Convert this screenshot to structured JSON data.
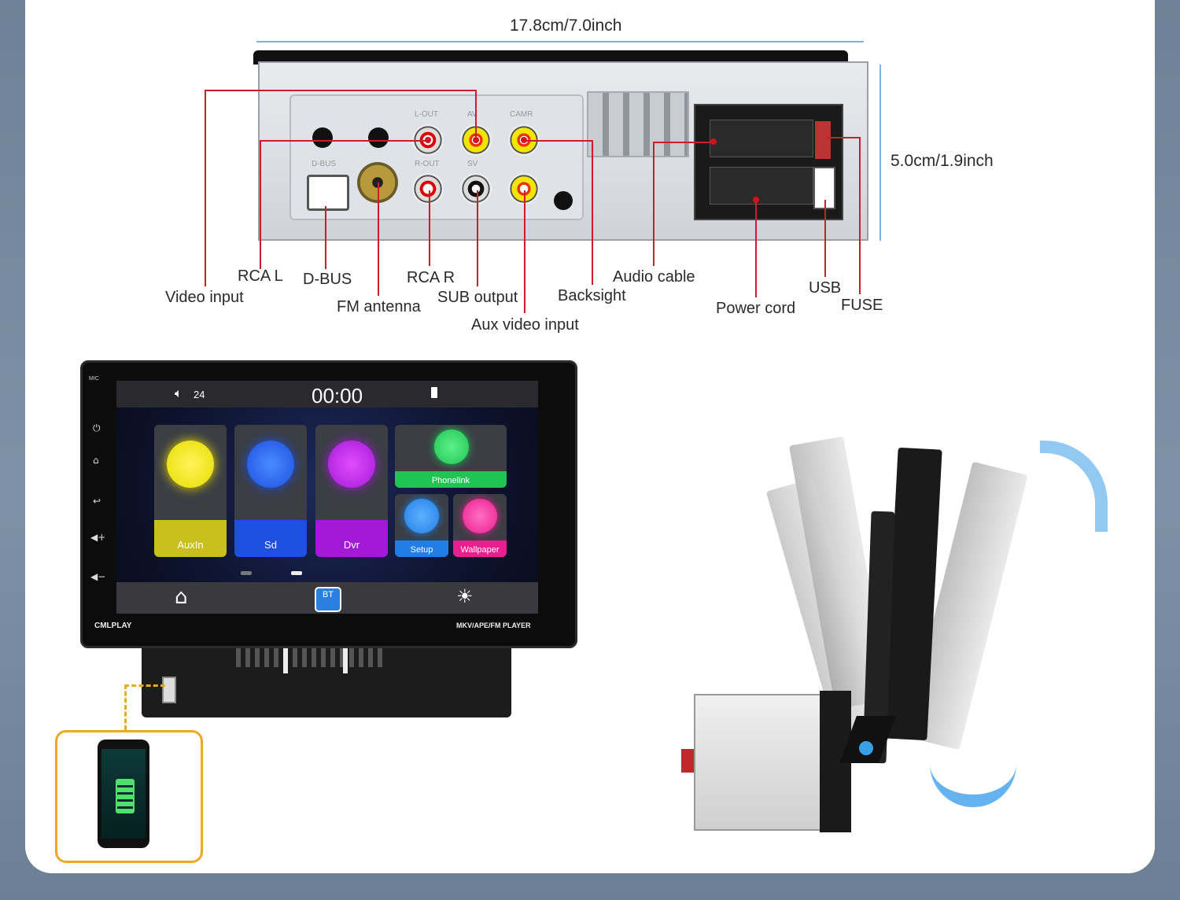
{
  "dimensions": {
    "width_label": "17.8cm/7.0inch",
    "height_label": "5.0cm/1.9inch"
  },
  "back_panel": {
    "rear_markings": [
      "L-OUT",
      "AV",
      "CAMR",
      "R-OUT",
      "SV",
      "D-BUS"
    ]
  },
  "callouts": [
    {
      "id": "video-input",
      "text": "Video input"
    },
    {
      "id": "rca-l",
      "text": "RCA L"
    },
    {
      "id": "d-bus",
      "text": "D-BUS"
    },
    {
      "id": "fm-antenna",
      "text": "FM antenna"
    },
    {
      "id": "rca-r",
      "text": "RCA R"
    },
    {
      "id": "sub-output",
      "text": "SUB output"
    },
    {
      "id": "aux-video-input",
      "text": "Aux video input"
    },
    {
      "id": "backsight",
      "text": "Backsight"
    },
    {
      "id": "audio-cable",
      "text": "Audio cable"
    },
    {
      "id": "power-cord",
      "text": "Power cord"
    },
    {
      "id": "usb",
      "text": "USB"
    },
    {
      "id": "fuse",
      "text": "FUSE"
    }
  ],
  "head_unit": {
    "mic_label": "MIC",
    "brand": "CMLPLAY",
    "model_caption": "MKV/APE/FM PLAYER",
    "status": {
      "volume": "24",
      "clock": "00:00"
    },
    "apps": [
      {
        "label": "AuxIn",
        "color": "#c9bf1d",
        "icon": "aux-cable-icon"
      },
      {
        "label": "Sd",
        "color": "#1d4fe0",
        "icon": "sd-card-icon"
      },
      {
        "label": "Dvr",
        "color": "#a21ad6",
        "icon": "dashcam-icon"
      },
      {
        "label": "Phonelink",
        "color": "#20c455",
        "icon": "phone-icon"
      },
      {
        "label": "Setup",
        "color": "#1f7fe6",
        "icon": "gear-icon"
      },
      {
        "label": "Wallpaper",
        "color": "#e91e8f",
        "icon": "image-icon"
      }
    ],
    "dock": {
      "bt_label": "BT",
      "icons": [
        "home-icon",
        "bluetooth-icon",
        "brightness-icon"
      ]
    },
    "side_buttons": [
      "power-icon",
      "home-icon",
      "back-icon",
      "volume-up-icon",
      "volume-down-icon"
    ]
  }
}
